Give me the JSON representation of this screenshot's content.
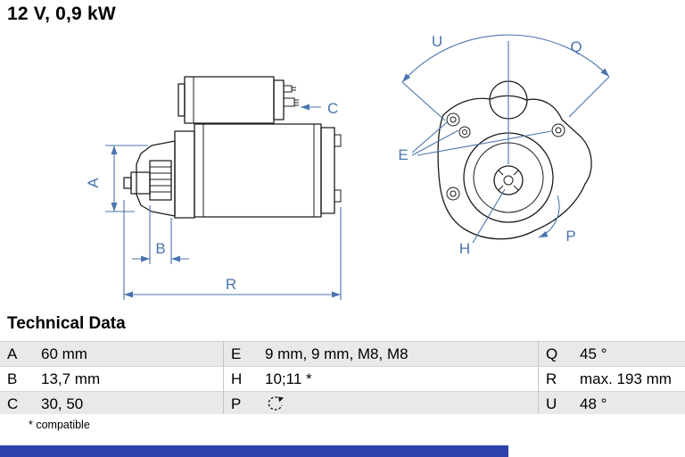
{
  "title": "12 V, 0,9 kW",
  "section_title": "Technical Data",
  "footnote": "* compatible",
  "labels": {
    "A": "A",
    "B": "B",
    "C": "C",
    "E": "E",
    "H": "H",
    "P": "P",
    "Q": "Q",
    "R": "R",
    "U": "U"
  },
  "table": {
    "rows": [
      {
        "c1k": "A",
        "c1v": "60 mm",
        "c2k": "E",
        "c2v": "9 mm, 9 mm, M8, M8",
        "c3k": "Q",
        "c3v": "45 °"
      },
      {
        "c1k": "B",
        "c1v": "13,7 mm",
        "c2k": "H",
        "c2v": "10;11 *",
        "c3k": "R",
        "c3v": "max. 193 mm"
      },
      {
        "c1k": "C",
        "c1v": "30, 50",
        "c2k": "P",
        "c2v": "",
        "c3k": "U",
        "c3v": "48 °"
      }
    ]
  },
  "icons": {
    "rotation": "counterclockwise-rotation-arrow"
  },
  "colors": {
    "dimension_blue": "#4a74ad",
    "drawing_black": "#1c1c1c",
    "row_alt_gray": "#e9e9e9",
    "footer_bar_blue": "#2d42ab"
  }
}
